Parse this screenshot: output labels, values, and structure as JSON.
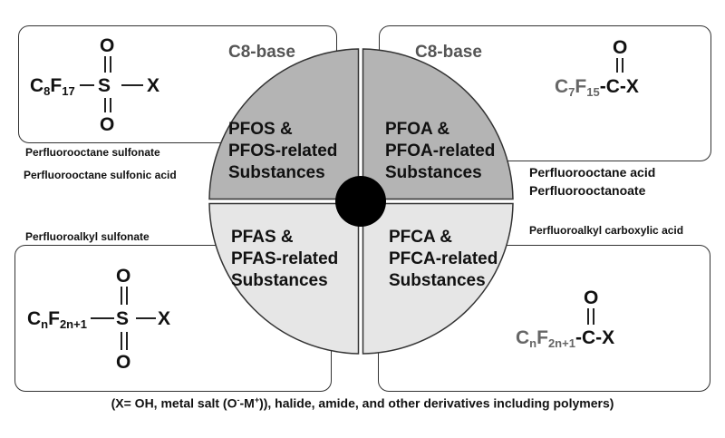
{
  "footnote": {
    "prefix": "(X= OH, metal salt (O",
    "sup1": "-",
    "middle": "-M",
    "sup2": "+",
    "suffix": ")), halide, amide, and other derivatives including polymers)"
  },
  "top_left": {
    "base": "C8-base",
    "formula": {
      "c": "C",
      "c_sub": "8",
      "f": "F",
      "f_sub": "17"
    },
    "s": "S",
    "o_top": "O",
    "o_bottom": "O",
    "x": "X",
    "labels": [
      "Perfluorooctane sulfonate",
      "Perfluorooctane sulfonic acid"
    ]
  },
  "top_right": {
    "base": "C8-base",
    "formula": {
      "c": "C",
      "c_sub": "7",
      "f": "F",
      "f_sub": "15",
      "tail": "-C-X"
    },
    "o": "O",
    "labels": [
      "Perfluorooctane acid",
      "Perfluorooctanoate"
    ]
  },
  "bottom_left": {
    "formula": {
      "c": "C",
      "c_sub": "n",
      "f": "F",
      "f_sub": "2n+1"
    },
    "s": "S",
    "o_top": "O",
    "o_bottom": "O",
    "x": "X",
    "label": "Perfluoroalkyl sulfonate"
  },
  "bottom_right": {
    "formula": {
      "c": "C",
      "c_sub": "n",
      "f": "F",
      "f_sub": "2n+1",
      "tail": "-C-X"
    },
    "o": "O",
    "label": "Perfluoroalkyl carboxylic acid"
  },
  "quadrants": {
    "tl": [
      "PFOS &",
      "PFOS-related",
      "Substances"
    ],
    "tr": [
      "PFOA &",
      "PFOA-related",
      "Substances"
    ],
    "bl": [
      "PFAS &",
      "PFAS-related",
      "Substances"
    ],
    "br": [
      "PFCA &",
      "PFCA-related",
      "Substances"
    ]
  },
  "colors": {
    "top_quadrant_fill": "#b4b4b4",
    "bottom_quadrant_fill": "#e6e6e6",
    "center_dot": "#000000",
    "outline": "#333333"
  }
}
